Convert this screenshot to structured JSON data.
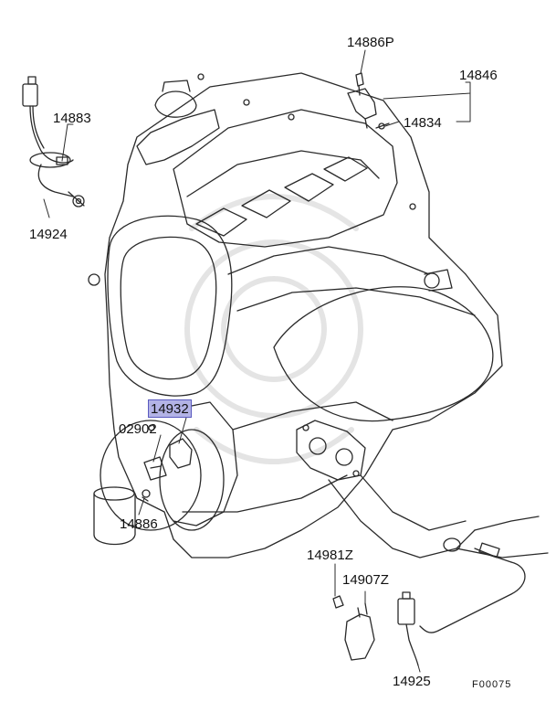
{
  "part_labels": {
    "p14886P": "14886P",
    "p14846": "14846",
    "p14883": "14883",
    "p14834": "14834",
    "p14924": "14924",
    "p14932": "14932",
    "p02902": "02902",
    "p14886": "14886",
    "p14981Z": "14981Z",
    "p14907Z": "14907Z",
    "p14925": "14925"
  },
  "highlighted_part": "14932",
  "figure_code": "F00075",
  "colors": {
    "line": "#2a2a2a",
    "highlight_fill": "#b3b3e6",
    "highlight_border": "#5a5ac0"
  }
}
